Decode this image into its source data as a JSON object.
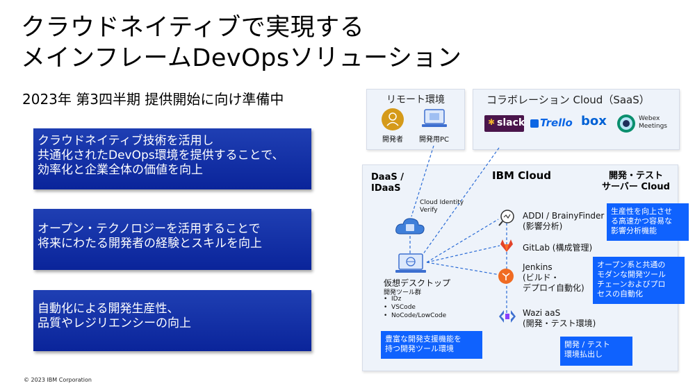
{
  "title_line1": "クラウドネイティブで実現する",
  "title_line2": "メインフレームDevOpsソリューション",
  "subtitle": "2023年 第3四半期 提供開始に向け準備中",
  "left_boxes": [
    {
      "lines": [
        "クラウドネイティブ技術を活用し",
        "共通化されたDevOps環境を提供することで、",
        "効率化と企業全体の価値を向上"
      ]
    },
    {
      "lines": [
        "オープン・テクノロジーを活用することで",
        "将来にわたる開発者の経験とスキルを向上"
      ]
    },
    {
      "lines": [
        "自動化による開発生産性、",
        "品質やレジリエンシーの向上"
      ]
    }
  ],
  "copyright": "© 2023 IBM Corporation",
  "remote": {
    "title": "リモート環境",
    "developer_label": "開発者",
    "pc_label": "開発用PC"
  },
  "collab": {
    "title": "コラボレーション Cloud（SaaS）",
    "slack": "slack",
    "trello": "Trello",
    "box": "box",
    "webex_line1": "Webex",
    "webex_line2": "Meetings"
  },
  "cloud": {
    "daas_line1": "DaaS /",
    "daas_line2": "IDaaS",
    "ibm_cloud": "IBM Cloud",
    "devtest_line1": "開発・テスト",
    "devtest_line2": "サーバー Cloud",
    "identity_line1": "Cloud Identity",
    "identity_line2": "Verify",
    "desktop_title": "仮想デスクトップ",
    "desktop_sub": "開発ツール群",
    "tools": [
      "IDz",
      "VSCode",
      "NoCode/LowCode"
    ],
    "tools_callout_line1": "豊富な開発支援機能を",
    "tools_callout_line2": "持つ開発ツール環境",
    "addi_line1": "ADDI / BrainyFinder",
    "addi_line2": "(影響分析)",
    "gitlab": "GitLab (構成管理)",
    "jenkins_line1": "Jenkins",
    "jenkins_line2": "(ビルド・",
    "jenkins_line3": "デプロイ自動化)",
    "wazi_line1": "Wazi aaS",
    "wazi_line2": "(開発・テスト環境)",
    "callout_addi": [
      "生産性を向上させ",
      "る高速かつ容易な",
      "影響分析機能"
    ],
    "callout_jenkins": [
      "オープン系と共通の",
      "モダンな開発ツール",
      "チェーンおよびプロ",
      "セスの自動化"
    ],
    "callout_wazi": [
      "開発 / テスト",
      "環境払出し"
    ]
  },
  "colors": {
    "blue_box": "#1133aa",
    "callout": "#0f62fe",
    "panel_bg": "#eef3fa",
    "developer_icon": "#d59a1a",
    "jenkins_icon": "#f06b22",
    "gitlab_icon": "#e24329"
  }
}
